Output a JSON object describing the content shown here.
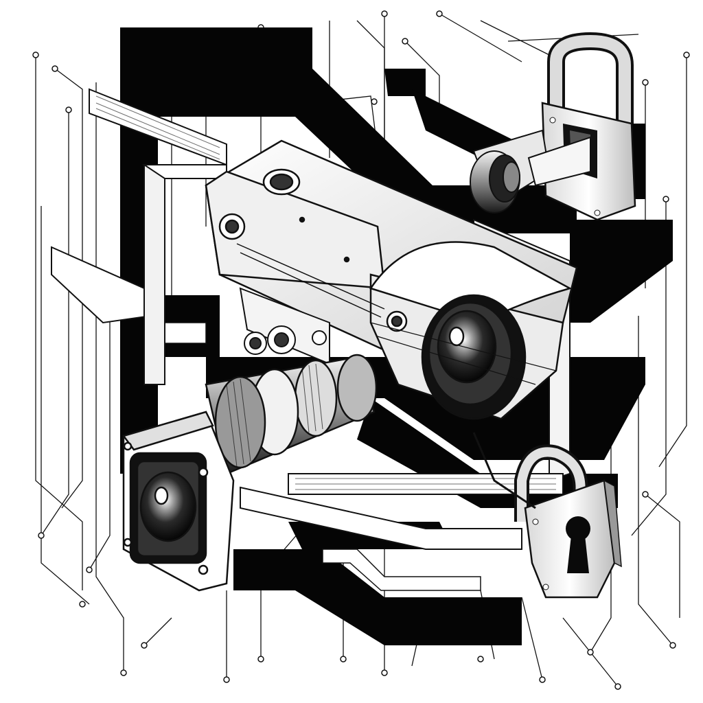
{
  "artwork": {
    "subjects": [
      "security-camera",
      "zoom-lens-camera",
      "padlock-top",
      "padlock-keyhole"
    ],
    "palette": {
      "ink": "#0a0a0a",
      "paper": "#ffffff",
      "mid": "#9a9a9a",
      "light": "#e4e4e4"
    }
  }
}
